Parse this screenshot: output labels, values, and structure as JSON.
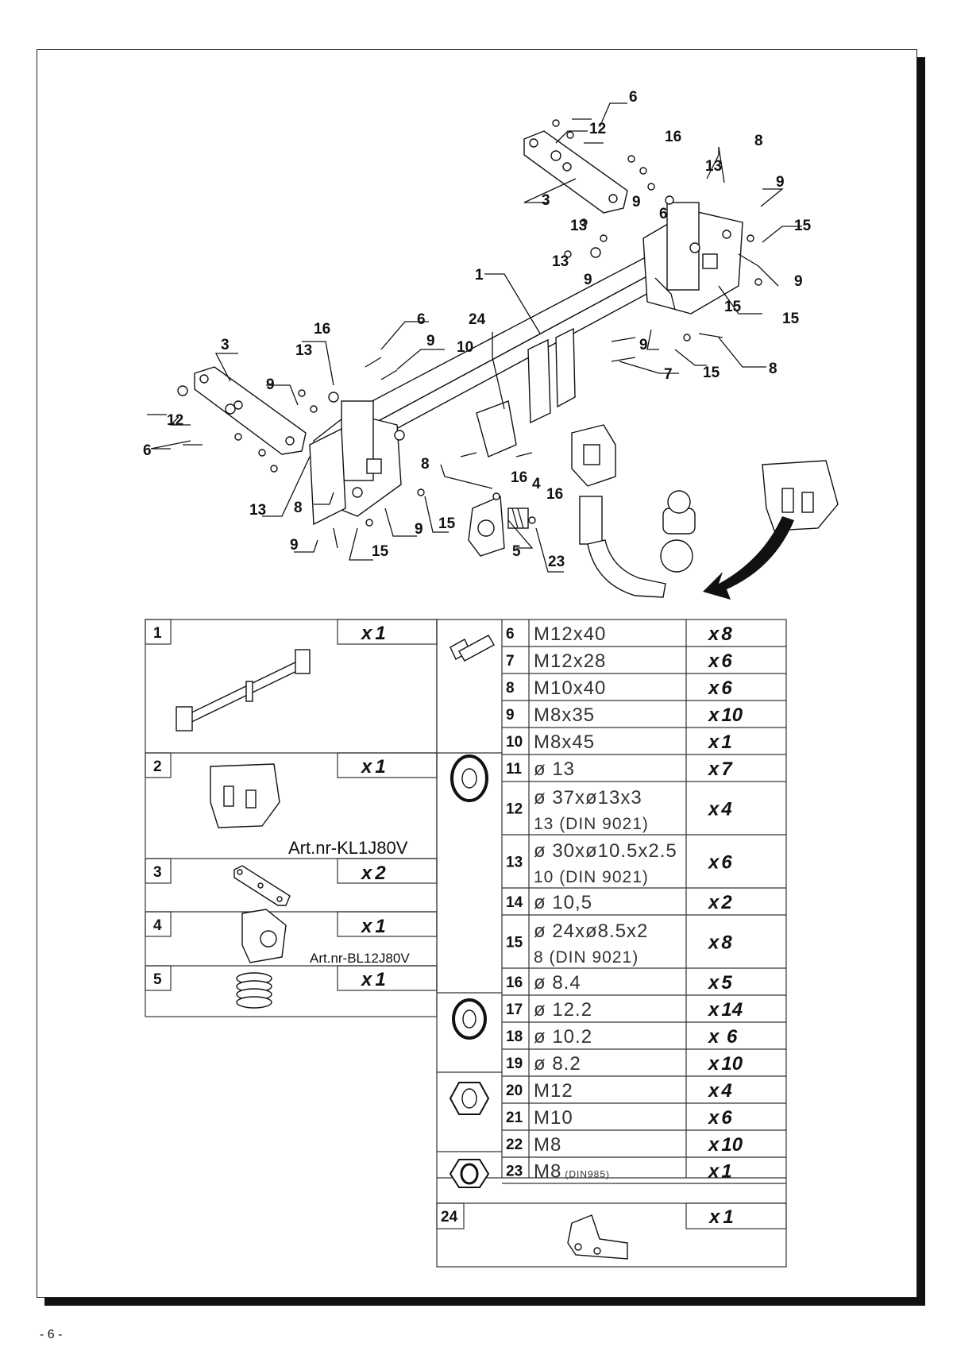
{
  "page_number": "- 6 -",
  "diagram": {
    "callouts": [
      "1",
      "3",
      "3",
      "4",
      "5",
      "6",
      "6",
      "6",
      "6",
      "7",
      "8",
      "8",
      "8",
      "8",
      "9",
      "9",
      "9",
      "9",
      "9",
      "9",
      "9",
      "9",
      "10",
      "12",
      "12",
      "13",
      "13",
      "13",
      "13",
      "13",
      "15",
      "15",
      "15",
      "15",
      "15",
      "15",
      "16",
      "16",
      "16",
      "16",
      "23",
      "24"
    ]
  },
  "left_table": [
    {
      "num": "1",
      "qty": "1",
      "art": ""
    },
    {
      "num": "2",
      "qty": "1",
      "art": "Art.nr-KL1J80V"
    },
    {
      "num": "3",
      "qty": "2",
      "art": ""
    },
    {
      "num": "4",
      "qty": "1",
      "art": "Art.nr-BL12J80V"
    },
    {
      "num": "5",
      "qty": "1",
      "art": ""
    }
  ],
  "right_table": [
    {
      "num": "6",
      "spec": "M12x40",
      "qty": "8"
    },
    {
      "num": "7",
      "spec": "M12x28",
      "qty": "6"
    },
    {
      "num": "8",
      "spec": "M10x40",
      "qty": "6"
    },
    {
      "num": "9",
      "spec": "M8x35",
      "qty": "10"
    },
    {
      "num": "10",
      "spec": "M8x45",
      "qty": "1"
    },
    {
      "num": "11",
      "spec": "ø 13",
      "qty": "7"
    },
    {
      "num": "12",
      "spec": "ø 37xø13x3",
      "spec2": "13   (DIN 9021)",
      "qty": "4"
    },
    {
      "num": "13",
      "spec": "ø 30xø10.5x2.5",
      "spec2": "10   (DIN 9021)",
      "qty": "6"
    },
    {
      "num": "14",
      "spec": "ø 10,5",
      "qty": "2"
    },
    {
      "num": "15",
      "spec": "ø 24xø8.5x2",
      "spec2": "8    (DIN 9021)",
      "qty": "8"
    },
    {
      "num": "16",
      "spec": "ø 8.4",
      "qty": "5"
    },
    {
      "num": "17",
      "spec": "ø 12.2",
      "qty": "14"
    },
    {
      "num": "18",
      "spec": "ø 10.2",
      "qty": " 6"
    },
    {
      "num": "19",
      "spec": "ø 8.2",
      "qty": "10"
    },
    {
      "num": "20",
      "spec": "M12",
      "qty": "4"
    },
    {
      "num": "21",
      "spec": "M10",
      "qty": "6"
    },
    {
      "num": "22",
      "spec": "M8",
      "qty": "10"
    },
    {
      "num": "23",
      "spec": "M8",
      "spec_note": "(DIN985)",
      "qty": "1"
    },
    {
      "num": "24",
      "spec": "",
      "qty": "1"
    }
  ],
  "qty_prefix": "x"
}
